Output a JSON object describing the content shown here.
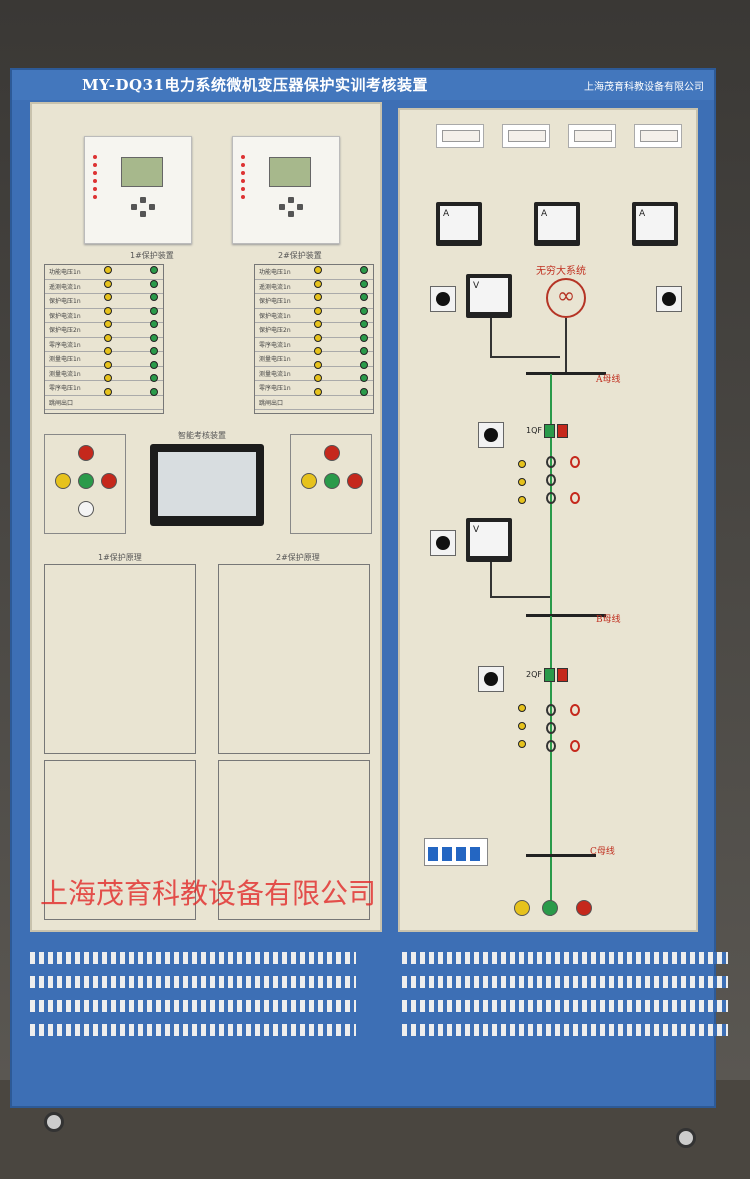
{
  "equipment": {
    "title": "MY-DQ31电力系统微机变压器保护实训考核装置",
    "company_top": "上海茂育科教设备有限公司",
    "watermark": "上海茂育科教设备有限公司"
  },
  "left_panel": {
    "relay1_label": "1#保护装置",
    "relay2_label": "2#保护装置",
    "hmi_label": "智能考核装置",
    "diagram1_label": "1#保护原理",
    "diagram2_label": "2#保护原理",
    "terminal_labels": [
      "功能电压1n",
      "遥测电流1n",
      "保护电压1n",
      "保护电流1n",
      "保护电压2n",
      "零序电流1n",
      "测量电压1n",
      "测量电流1n",
      "零序电压1n",
      "跳闸出口"
    ]
  },
  "right_panel": {
    "infinite_system": "无穷大系统",
    "bus_a": "A母线",
    "bus_b": "B母线",
    "bus_c": "C母线",
    "breaker_1": "1QF",
    "breaker_2": "2QF"
  },
  "colors": {
    "cabinet_blue": "#3d6fb5",
    "panel_beige": "#e9e4d2",
    "label_red": "#c03020",
    "jack_yellow": "#e6c21d",
    "jack_green": "#2a9a4a",
    "jack_red": "#c5281c"
  },
  "icons": {
    "relay_device": "relay-unit-icon",
    "meter": "analog-meter-icon",
    "selector": "rotary-switch-icon",
    "lamp": "indicator-lamp-icon",
    "wheel": "caster-wheel-icon"
  }
}
